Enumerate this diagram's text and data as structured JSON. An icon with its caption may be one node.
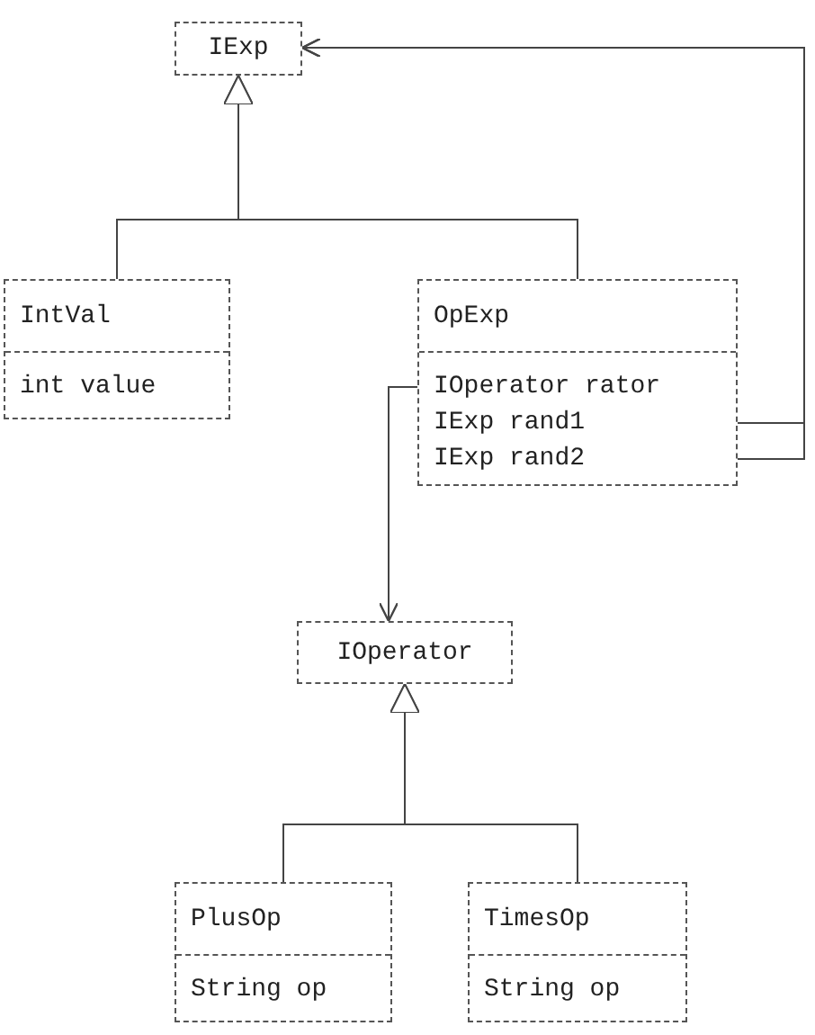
{
  "diagram": {
    "nodes": [
      {
        "text": [
          "IExp"
        ]
      },
      {
        "text": [
          "IntVal",
          "int value"
        ]
      },
      {
        "text": [
          "OpExp",
          "IOperator rator",
          "IExp rand1",
          "IExp rand2"
        ]
      },
      {
        "text": [
          "IOperator"
        ]
      },
      {
        "text": [
          "PlusOp",
          "String op"
        ]
      },
      {
        "text": [
          "TimesOp",
          "String op"
        ]
      }
    ],
    "edges": [
      {
        "from": 1,
        "to": 0,
        "arrow": "to"
      },
      {
        "from": 2,
        "to": 0,
        "arrow": "to"
      },
      {
        "from": 2,
        "to": 3,
        "arrow": "to"
      },
      {
        "from": 2,
        "to": 0,
        "arrow": "to"
      },
      {
        "from": 2,
        "to": 0,
        "arrow": "to"
      },
      {
        "from": 4,
        "to": 3,
        "arrow": "to"
      },
      {
        "from": 5,
        "to": 3,
        "arrow": "to"
      }
    ]
  }
}
